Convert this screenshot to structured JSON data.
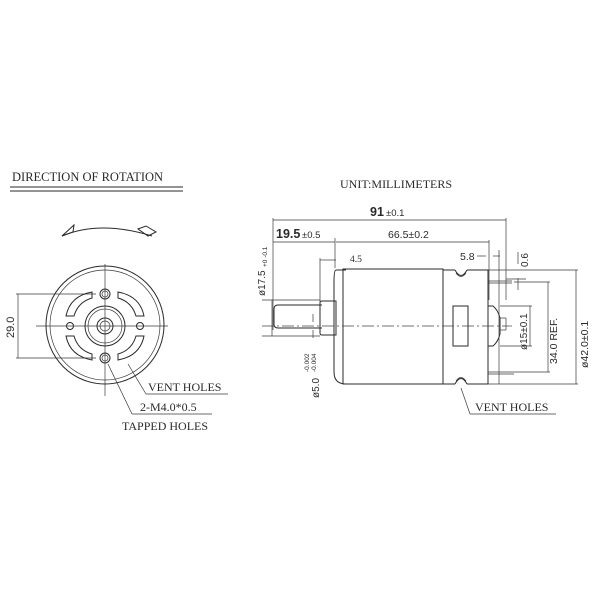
{
  "title": {
    "direction": "DIRECTION OF ROTATION",
    "unit": "UNIT:MILLIMETERS"
  },
  "front_view": {
    "dim_29": "29.0",
    "vent_holes": "VENT HOLES",
    "thread": "2-M4.0*0.5",
    "tapped_holes": "TAPPED HOLES"
  },
  "side_view": {
    "overall_length_value": "91",
    "overall_length_tol": "±0.1",
    "shaft_length_value": "19.5",
    "shaft_length_tol": "±0.5",
    "body_length": "66.5±0.2",
    "boss_length": "4.5",
    "rear_gap": "5.8",
    "terminal_thickness": "0.6",
    "boss_diameter": "ø17.5",
    "boss_diameter_tol": "+0 -0.1",
    "shaft_diameter": "ø5.0",
    "shaft_diameter_tol_upper": "-0.002",
    "shaft_diameter_tol_lower": "-0.004",
    "rear_boss_diameter": "ø15±0.1",
    "terminal_span": "34.0  REF.",
    "body_diameter": "ø42.0±0.1",
    "vent_holes": "VENT HOLES"
  },
  "colors": {
    "line": "#2a2a2a",
    "background": "#ffffff"
  }
}
